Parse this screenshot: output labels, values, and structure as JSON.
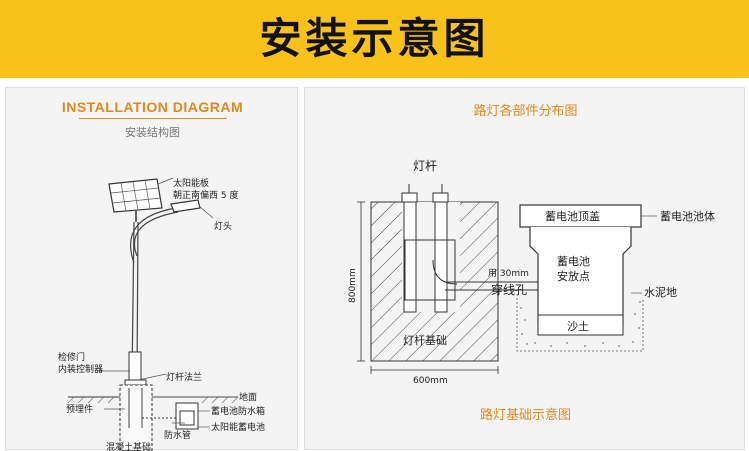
{
  "banner": {
    "title": "安装示意图"
  },
  "left_panel": {
    "title": "INSTALLATION DIAGRAM",
    "subtitle": "安装结构图",
    "labels": {
      "solar_panel": "太阳能板",
      "orientation": "朝正南偏西 5 度",
      "lamp_head": "灯头",
      "access_door": "检修门",
      "controller": "内装控制器",
      "pole_flange": "灯杆法兰",
      "ground": "地面",
      "embedded_part": "预埋件",
      "battery_box": "蓄电池防水箱",
      "conduit": "防水管",
      "solar_battery": "太阳能蓄电池",
      "concrete_foundation": "混凝土基础"
    }
  },
  "right_panel": {
    "title": "路灯各部件分布图",
    "caption": "路灯基础示意图",
    "labels": {
      "pole": "灯杆",
      "battery_lid": "蓄电池顶盖",
      "battery_pit": "蓄电池池体",
      "battery_spot_1": "蓄电池",
      "battery_spot_2": "安放点",
      "pipe_size": "用 30mm",
      "threading_hole": "穿线孔",
      "cement": "水泥地",
      "sand": "沙土",
      "pole_foundation": "灯杆基础",
      "height_dim": "800mm",
      "width_dim": "600mm"
    }
  },
  "colors": {
    "banner": "#f8c21a",
    "accent": "#e0891e",
    "panel_bg": "#f4f4f4"
  }
}
